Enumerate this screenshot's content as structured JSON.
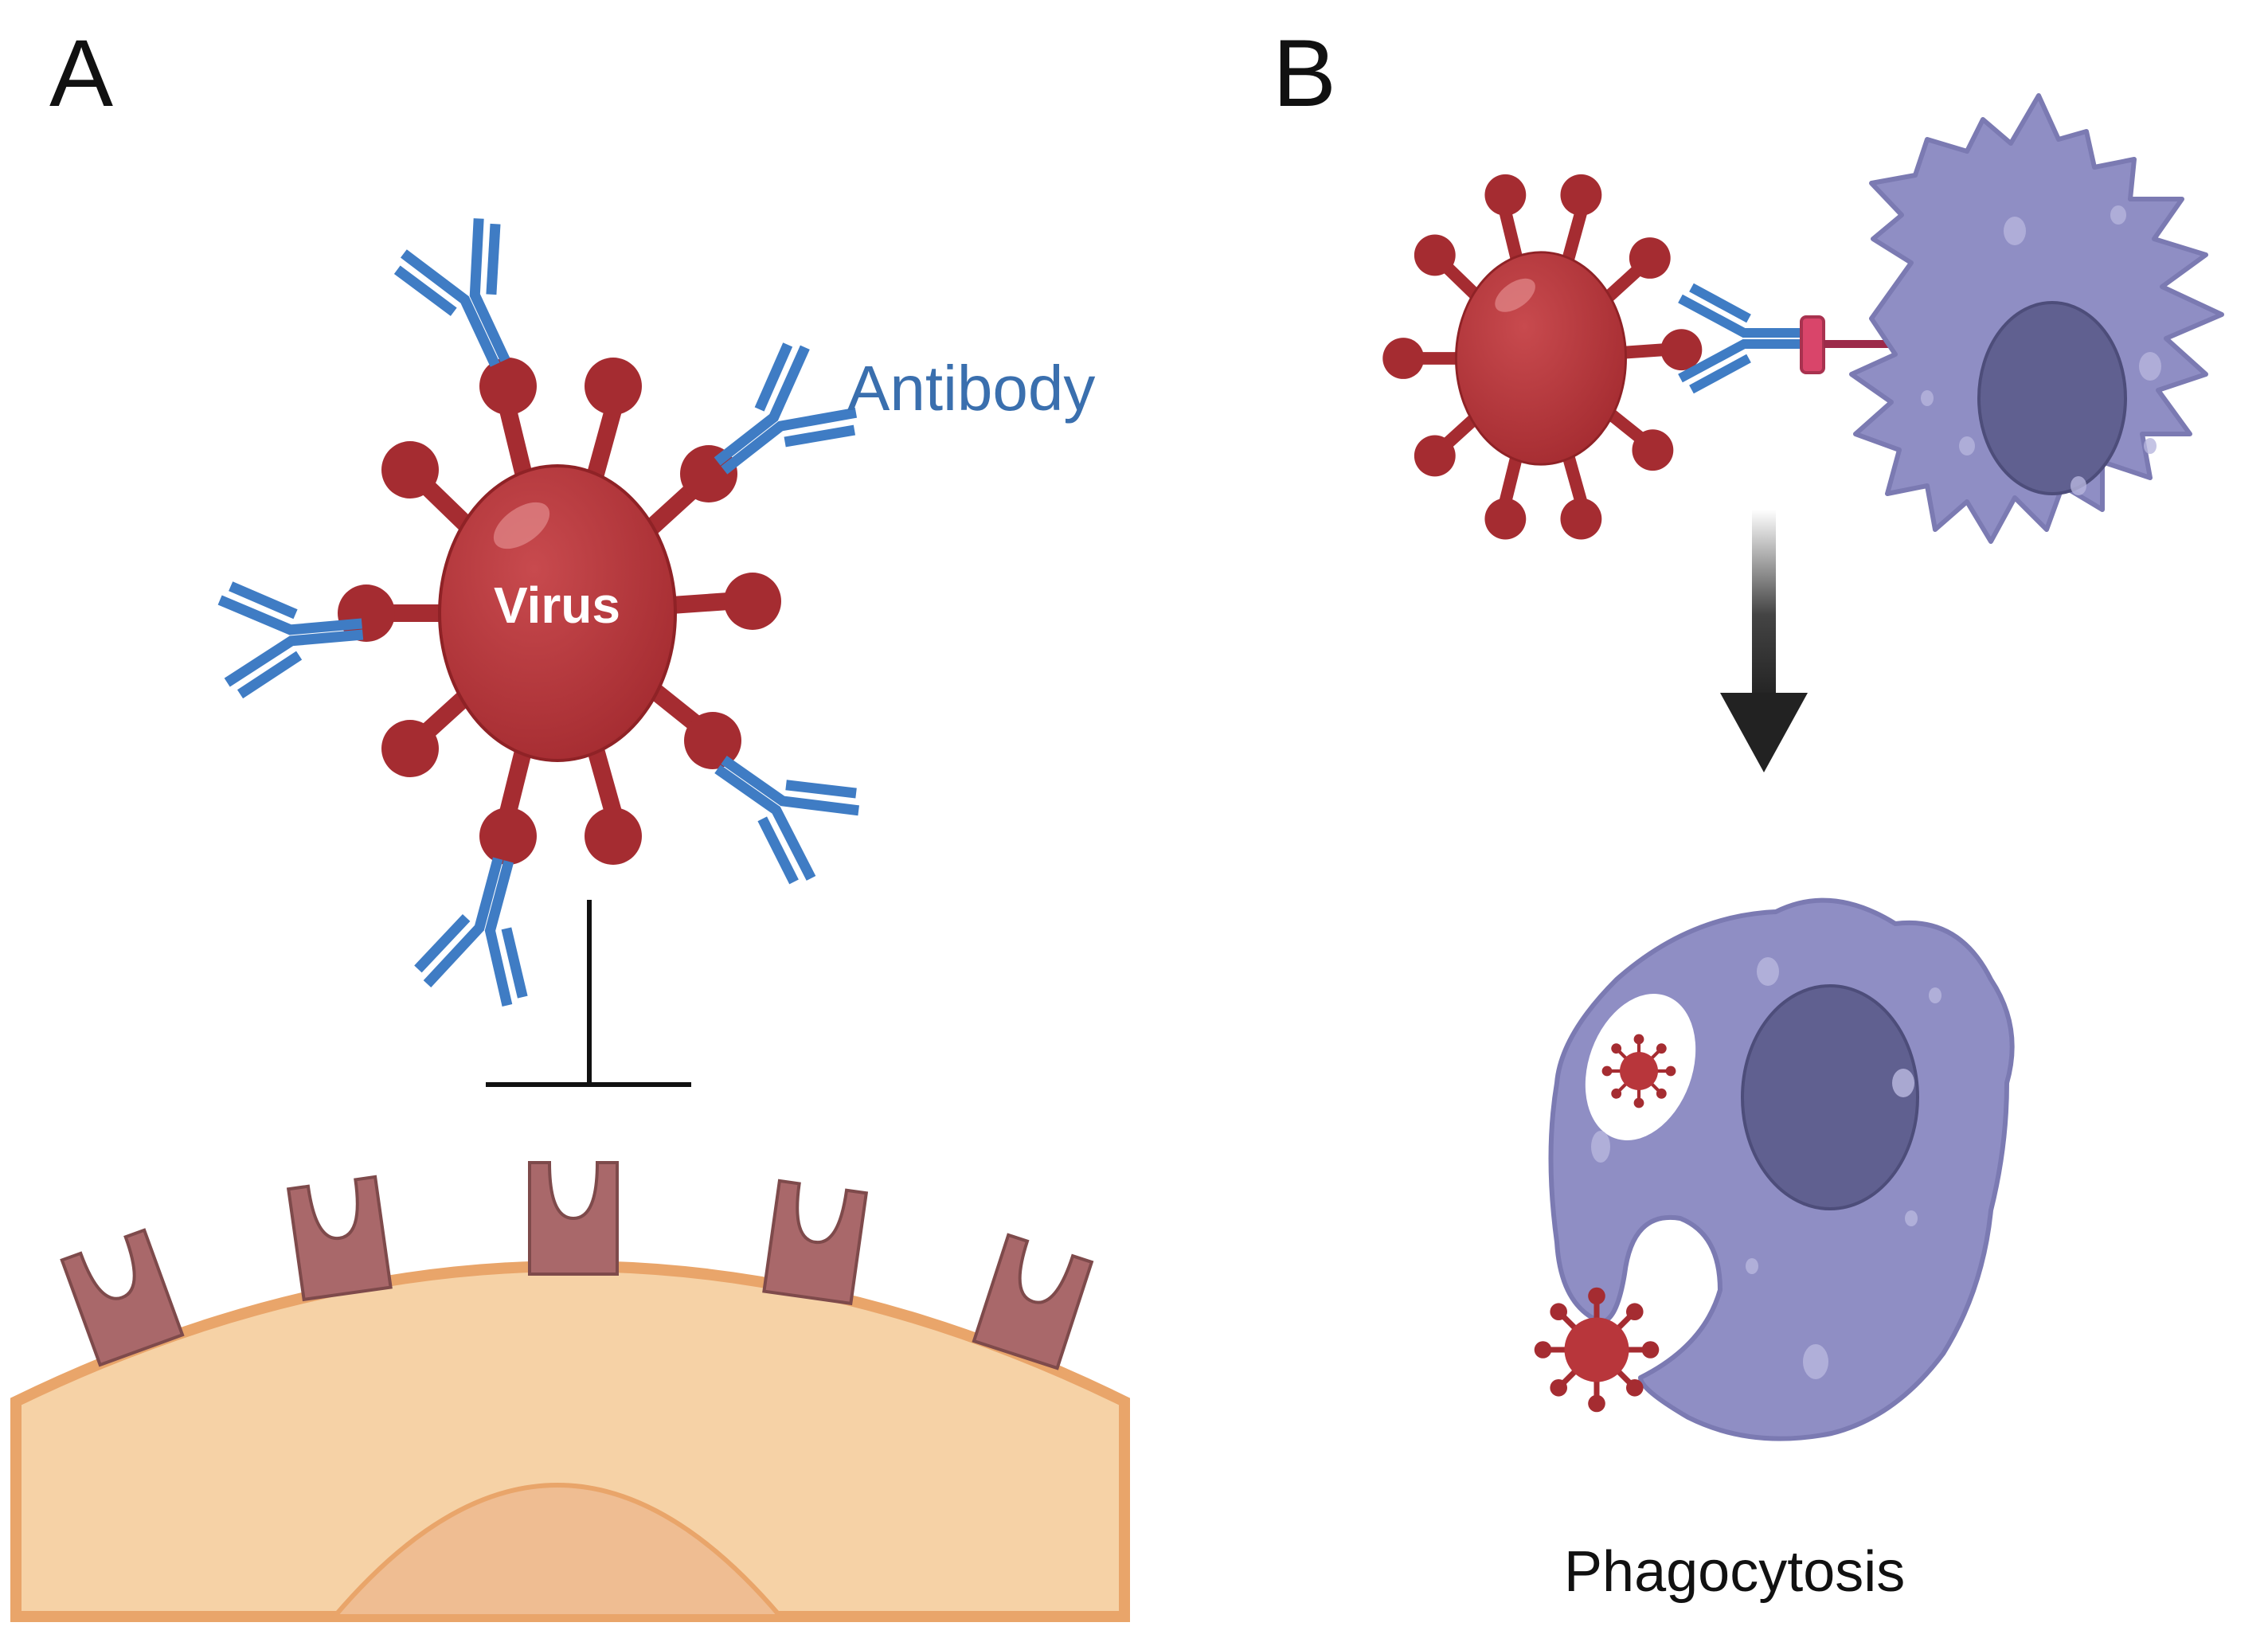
{
  "panels": {
    "a": {
      "label": "A",
      "virus_label": "Virus",
      "antibody_label": "Antibody",
      "meaning": "antibody-coated virus blocked from binding host cell receptors"
    },
    "b": {
      "label": "B",
      "process_label": "Phagocytosis",
      "meaning": "antibody-opsonized virus bound by phagocyte Fc receptor, then engulfed"
    }
  },
  "colors": {
    "virus": "#b8363b",
    "virus_dark": "#8f2226",
    "antibody": "#3f7cc4",
    "host_cell": "#f6d2a6",
    "host_membrane": "#e9a56a",
    "host_nucleus": "#efbd92",
    "receptor": "#a9686a",
    "phagocyte": "#8f8ec4",
    "phagocyte_nucleus": "#606090",
    "fc_receptor": "#d9456a",
    "arrow": "#222222"
  }
}
